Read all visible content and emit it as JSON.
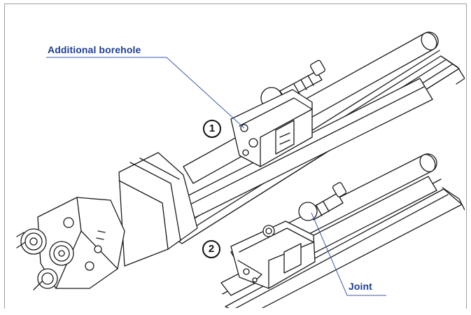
{
  "callouts": {
    "additional_borehole": "Additional borehole",
    "joint": "Joint"
  },
  "markers": {
    "view_1": "1",
    "view_2": "2"
  },
  "colors": {
    "callout_text": "#1f3f8f",
    "leader_line": "#3b5aa8",
    "drawing_stroke": "#1a1a1a",
    "frame": "#9aa0a6"
  }
}
